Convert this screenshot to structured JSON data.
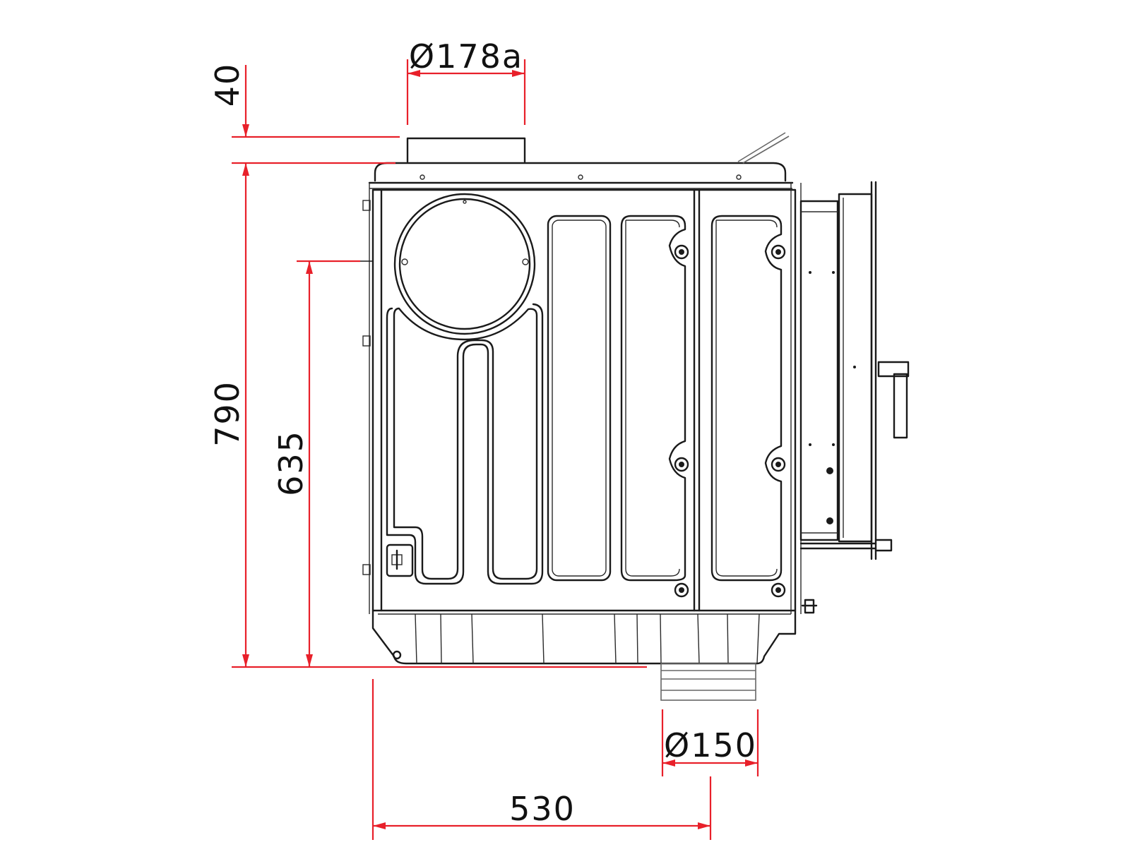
{
  "dimensions": {
    "flue_top_diameter": "Ø178a",
    "top_offset": "40",
    "total_height": "790",
    "lower_height": "635",
    "bottom_outlet_diameter": "Ø150",
    "width": "530"
  },
  "colors": {
    "dimension_lines": "#e8202a",
    "outline": "#1a1a1a",
    "background": "#ffffff"
  }
}
